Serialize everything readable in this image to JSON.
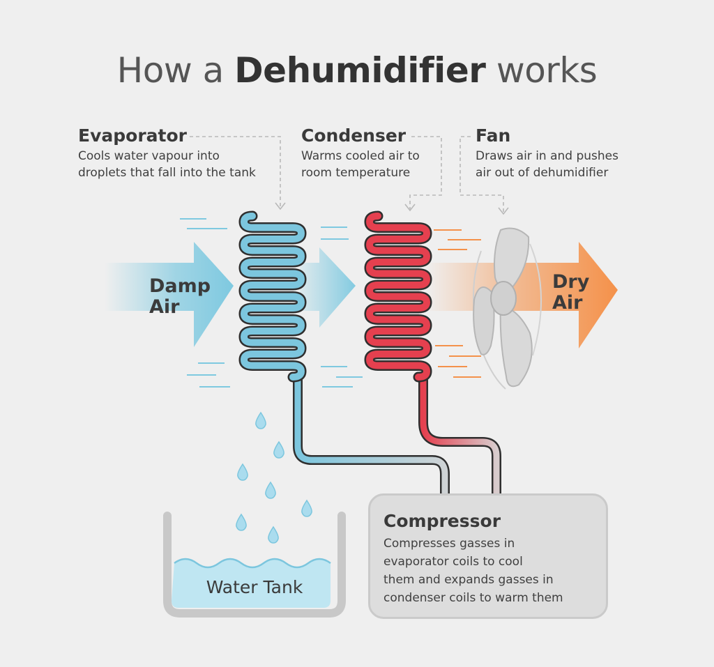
{
  "title": {
    "prefix": "How a",
    "emphasis": "Dehumidifier",
    "suffix": "works"
  },
  "labels": {
    "evaporator": {
      "title": "Evaporator",
      "line1": "Cools water vapour into",
      "line2": "droplets that fall into the tank"
    },
    "condenser": {
      "title": "Condenser",
      "line1": "Warms cooled air to",
      "line2": "room temperature"
    },
    "fan": {
      "title": "Fan",
      "line1": "Draws air in and pushes",
      "line2": "air out of dehumidifier"
    },
    "compressor": {
      "title": "Compressor",
      "line1": "Compresses gasses in",
      "line2": "evaporator coils to cool",
      "line3": "them and expands gasses in",
      "line4": "condenser coils to warm them"
    }
  },
  "arrows": {
    "input": {
      "line1": "Damp",
      "line2": "Air"
    },
    "output": {
      "line1": "Dry",
      "line2": "Air"
    }
  },
  "tank": {
    "label": "Water Tank"
  },
  "colors": {
    "background": "#efefef",
    "cold_coil": "#7cc6de",
    "hot_coil": "#e5404f",
    "damp_air": "#7ec9e0",
    "dry_air": "#f4914a",
    "outline": "#2f2f2f",
    "water": "#bfe6f2",
    "compressor_box": "#dddddd"
  },
  "icons": [
    "evaporator-coil-icon",
    "condenser-coil-icon",
    "fan-icon",
    "water-droplet-icon",
    "water-tank-icon"
  ]
}
